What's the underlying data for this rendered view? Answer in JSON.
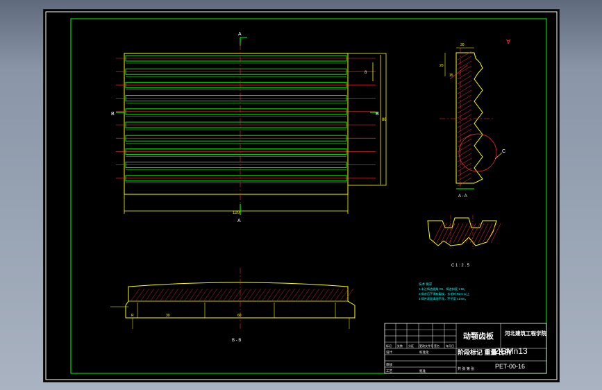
{
  "drawing": {
    "section_label_a": "A",
    "section_label_b": "B",
    "detail_label_c": "C",
    "view_aa_caption": "A - A",
    "view_bb_caption": "B - B",
    "detail_caption": "C  1 : 2 . 5",
    "dim_top_width": "120",
    "dim_height": "86",
    "dim_offset": "8",
    "dim_small_a": "30",
    "dim_small_b": "20",
    "dim_small_c": "15",
    "dim_bottom_a": "30",
    "dim_bottom_b": "60",
    "dim_bottom_c": "R",
    "roughness_note": "∀",
    "tech_requirements": [
      "技术 要求",
      "1.未注铸造圆角 R5，铸造斜度 1:50。",
      "2.锻造后不得有裂纹，去毛刺 R2.5 以上",
      "3.铸件表面清理干净，不平度 ≤1mm。"
    ]
  },
  "title_block": {
    "part_name": "动颚齿板",
    "institution": "河北建筑工程学院",
    "material": "ZGMn13",
    "stage_labels": "阶段标记 重量 比例",
    "drawing_number": "PET-00-16",
    "row_labels": [
      "标记",
      "处数",
      "分区",
      "更改文件号",
      "签名",
      "年月日"
    ],
    "designer_row": [
      "设计",
      "标准化"
    ],
    "check_row": [
      "审核",
      "工艺",
      "批准"
    ],
    "sheet_info": "共 张 第 张"
  },
  "colors": {
    "sheet_bg": "#000000",
    "border": "#00ff00",
    "outline": "#ffff00",
    "centerline": "#ff3333",
    "dimension": "#00ffff",
    "hatch": "#ff3333",
    "text": "#ffffff"
  }
}
